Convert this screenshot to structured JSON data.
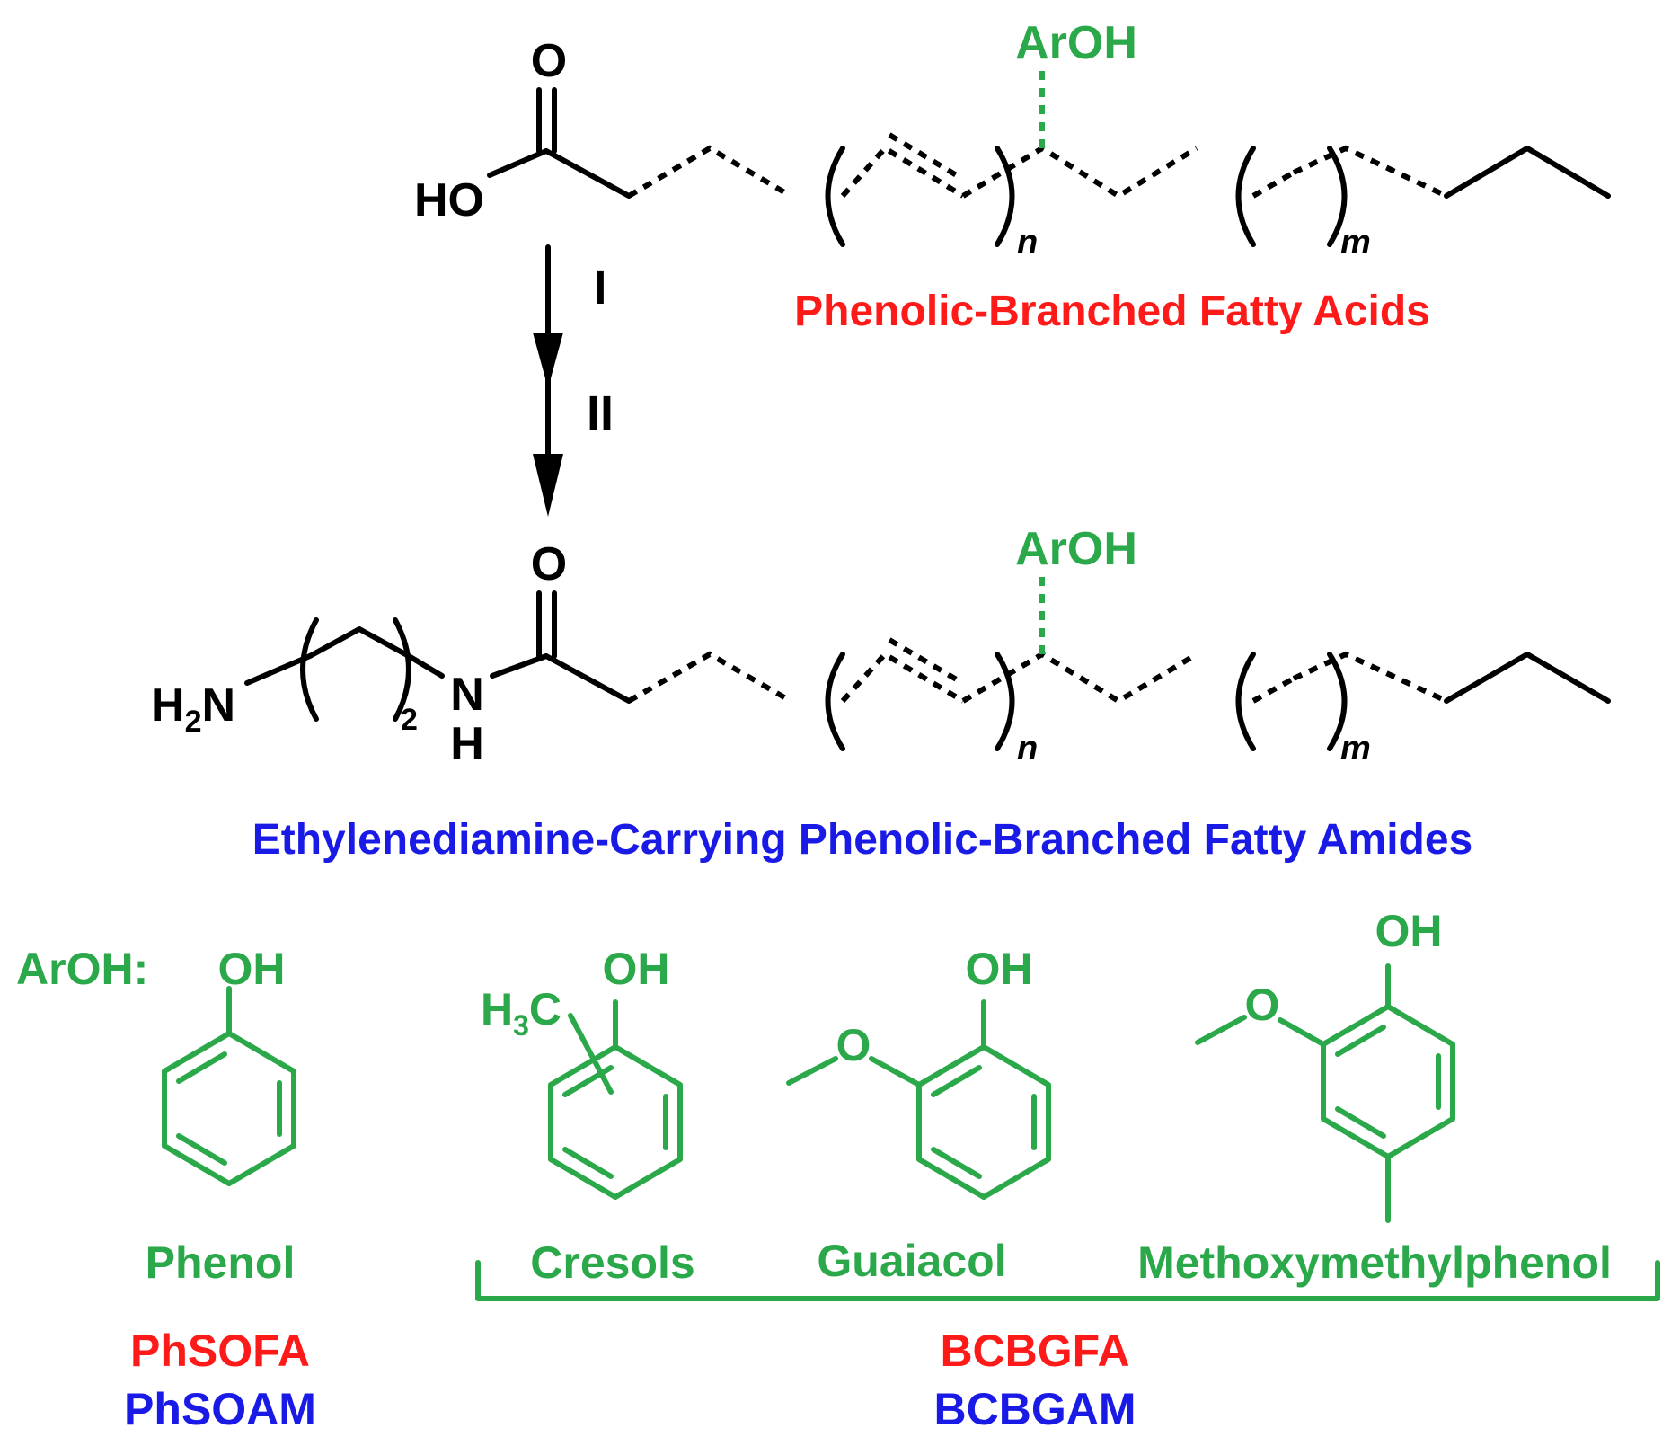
{
  "colors": {
    "black": "#000000",
    "red": "#ff1a1a",
    "blue": "#1a1ae6",
    "green": "#2aa84a"
  },
  "acid": {
    "carbonyl_o": "O",
    "hydroxyl": "HO",
    "substituent": "ArOH",
    "sub_n": "n",
    "sub_m": "m",
    "name": "Phenolic-Branched Fatty Acids"
  },
  "arrow": {
    "step1": "I",
    "step2": "II"
  },
  "amide": {
    "carbonyl_o": "O",
    "amine_h2": "H",
    "amine_sub": "2",
    "amine_n": "N",
    "repeat_sub": "2",
    "nh_n": "N",
    "nh_h": "H",
    "substituent": "ArOH",
    "sub_n": "n",
    "sub_m": "m",
    "name": "Ethylenediamine-Carrying Phenolic-Branched Fatty Amides"
  },
  "arohs": {
    "heading": "ArOH:",
    "phenol": {
      "oh": "OH",
      "name": "Phenol",
      "fa": "PhSOFA",
      "am": "PhSOAM"
    },
    "cresols": {
      "oh": "OH",
      "methyl_h": "H",
      "methyl_sub": "3",
      "methyl_c": "C",
      "name": "Cresols"
    },
    "guaiacol": {
      "oh": "OH",
      "ether_o": "O",
      "name": "Guaiacol"
    },
    "methoxymethylphenol": {
      "oh": "OH",
      "ether_o": "O",
      "name": "Methoxymethylphenol"
    },
    "group": {
      "fa": "BCBGFA",
      "am": "BCBGAM"
    }
  }
}
